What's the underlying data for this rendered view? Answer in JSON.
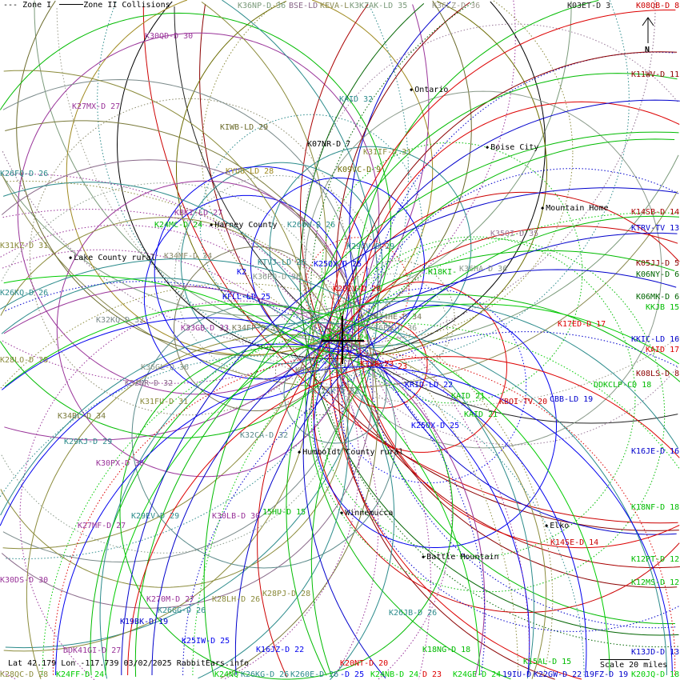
{
  "legend": {
    "zone1": "--- Zone I",
    "zone2": "Zone II Collisions"
  },
  "status": "Lat 42.179 Lon -117.739 03/02/2025 RabbitEars.info",
  "scale": "Scale 20 miles",
  "north": "N",
  "cities": [
    {
      "label": "Ontario"
    },
    {
      "label": "Boise City"
    },
    {
      "label": "Mountain Home"
    },
    {
      "label": "Harney County"
    },
    {
      "label": "Lake County rural"
    },
    {
      "label": "Humboldt County rural"
    },
    {
      "label": "Winnemucca"
    },
    {
      "label": "Elko"
    },
    {
      "label": "Battle Mountain"
    }
  ],
  "stations": [
    {
      "label": "K36NP-D 36",
      "color": "#7a9a7a"
    },
    {
      "label": "BSE-LD",
      "color": "#886688"
    },
    {
      "label": "KEVA-L",
      "color": "#8a8a50"
    },
    {
      "label": "K3KZAK-LD 35",
      "color": "#7a9a7a"
    },
    {
      "label": "K36LZ-D 36",
      "color": "#9a9a8a"
    },
    {
      "label": "K03ET-D 3",
      "color": "#222222"
    },
    {
      "label": "K08QB-D 8",
      "color": "#cc0000"
    },
    {
      "label": "K30QD-D 30",
      "color": "#993399"
    },
    {
      "label": "K11WV-D 11",
      "color": "#8b0000"
    },
    {
      "label": "K27MX-D 27",
      "color": "#993399"
    },
    {
      "label": "KAID 32",
      "color": "#2b8b8b"
    },
    {
      "label": "KIWB-LD 29",
      "color": "#6b6b2b"
    },
    {
      "label": "K07NR-D 7",
      "color": "#000000"
    },
    {
      "label": "K31IF-D 31",
      "color": "#8b8b3b"
    },
    {
      "label": "K09VC-D 9",
      "color": "#6b6b00"
    },
    {
      "label": "KYUU-LD 28",
      "color": "#a08a20"
    },
    {
      "label": "K26FQ-D 26",
      "color": "#2b8b8b"
    },
    {
      "label": "KBKI-LD 27",
      "color": "#993399"
    },
    {
      "label": "K24MC-D 24",
      "color": "#00bb00"
    },
    {
      "label": "K260W-D 26",
      "color": "#2b8b8b"
    },
    {
      "label": "K14SB-D 14",
      "color": "#aa0000"
    },
    {
      "label": "KTRV-TV 13",
      "color": "#0000cc"
    },
    {
      "label": "K35OI-D 35",
      "color": "#9a7a9a"
    },
    {
      "label": "K31KZ-D 31",
      "color": "#8b8b3b"
    },
    {
      "label": "K29GV-D 29",
      "color": "#2b8b8b"
    },
    {
      "label": "K34MF-D 34",
      "color": "#8a8a6a"
    },
    {
      "label": "KTVJ-LD 26",
      "color": "#2b8b8b"
    },
    {
      "label": "K25QX-D 25",
      "color": "#0000ee"
    },
    {
      "label": "K18KI-",
      "color": "#00bb00"
    },
    {
      "label": "K36HA-D 36",
      "color": "#8a9a8a"
    },
    {
      "label": "K2",
      "color": "#0000ee"
    },
    {
      "label": "K36PO-D 36",
      "color": "#8a9a8a"
    },
    {
      "label": "K05JJ-D 5",
      "color": "#8b0000"
    },
    {
      "label": "K06NY-D 6",
      "color": "#006400"
    },
    {
      "label": "K20IV-D 20",
      "color": "#dd0000"
    },
    {
      "label": "K26KQ-D 26",
      "color": "#2b8b8b"
    },
    {
      "label": "KFLL-LD 25",
      "color": "#0000ee"
    },
    {
      "label": "K06MK-D 6",
      "color": "#006400"
    },
    {
      "label": "KKJB 15",
      "color": "#00bb00"
    },
    {
      "label": "K32KQ-D 32",
      "color": "#7a8a8a"
    },
    {
      "label": "K34HE-D 34",
      "color": "#7a7a5a"
    },
    {
      "label": "K33GB-D 33",
      "color": "#993399"
    },
    {
      "label": "K34FP-D 34",
      "color": "#7a7a5a"
    },
    {
      "label": "K36PN-D 36",
      "color": "#8a9a8a"
    },
    {
      "label": "K17ED-D 17",
      "color": "#dd0000"
    },
    {
      "label": "KIVI-TV 24",
      "color": "#00cc00"
    },
    {
      "label": "KKIC-LD 16",
      "color": "#0000cc"
    },
    {
      "label": "KAID 17",
      "color": "#dd0000"
    },
    {
      "label": "K28LO-D 28",
      "color": "#8b8b3b"
    },
    {
      "label": "K36GL-D 36",
      "color": "#8a9a8a"
    },
    {
      "label": "KTVB 23",
      "color": "#dd0000"
    },
    {
      "label": "23",
      "color": "#dd0000"
    },
    {
      "label": "K34PP-D 34",
      "color": "#7a7a5a"
    },
    {
      "label": "K08LS-D 8",
      "color": "#8b0000"
    },
    {
      "label": "K32NR-D 32",
      "color": "#8a6a8a"
    },
    {
      "label": "KRID-LD 22",
      "color": "#0000ee"
    },
    {
      "label": "DDKCLP-CD 18",
      "color": "#00bb00"
    },
    {
      "label": "K32GK-D 32",
      "color": "#5a8a8a"
    },
    {
      "label": "KAID 21",
      "color": "#00bb00"
    },
    {
      "label": "K31FU-D 31",
      "color": "#8b8b3b"
    },
    {
      "label": "KBOI-TV 20",
      "color": "#cc0000"
    },
    {
      "label": "CBB-LD 19",
      "color": "#0000cc"
    },
    {
      "label": "K34BL-D 34",
      "color": "#7a7a3a"
    },
    {
      "label": "K25OX-D 25",
      "color": "#0000ee"
    },
    {
      "label": "KAID 21",
      "color": "#00bb00"
    },
    {
      "label": "K29KJ-D 29",
      "color": "#2b8b8b"
    },
    {
      "label": "K32CA-D 32",
      "color": "#5a8a8a"
    },
    {
      "label": "K30PX-D 30",
      "color": "#993399"
    },
    {
      "label": "K16JE-D 16",
      "color": "#0000cc"
    },
    {
      "label": "K29EV-D 29",
      "color": "#2b8b8b"
    },
    {
      "label": "K30LB-D 30",
      "color": "#993399"
    },
    {
      "label": "15HU-D 15",
      "color": "#00bb00"
    },
    {
      "label": "K18NF-D 18",
      "color": "#00bb00"
    },
    {
      "label": "K27MF-D 27",
      "color": "#993399"
    },
    {
      "label": "K14SE-D 14",
      "color": "#cc0000"
    },
    {
      "label": "K12PT-D 12",
      "color": "#00bb00"
    },
    {
      "label": "K30DS-D 30",
      "color": "#993399"
    },
    {
      "label": "K12MS-D 12",
      "color": "#00bb00"
    },
    {
      "label": "K270M-D 27",
      "color": "#993399"
    },
    {
      "label": "K28LH-D 26",
      "color": "#8b8b3b"
    },
    {
      "label": "K28PJ-D 28",
      "color": "#8b8b3b"
    },
    {
      "label": "K26GG-D 26",
      "color": "#2b8b8b"
    },
    {
      "label": "K19BK-D 19",
      "color": "#0000cc"
    },
    {
      "label": "K26JB-D 26",
      "color": "#2b8b8b"
    },
    {
      "label": "K25IW-D 25",
      "color": "#0000ee"
    },
    {
      "label": "DDK41GI-D 27",
      "color": "#993399"
    },
    {
      "label": "K16JZ-D 22",
      "color": "#0000ee"
    },
    {
      "label": "K18NG-D 18",
      "color": "#00bb00"
    },
    {
      "label": "K20NT-D 20",
      "color": "#dd0000"
    },
    {
      "label": "K15AL-D 15",
      "color": "#00bb00"
    },
    {
      "label": "K13JD-D 13",
      "color": "#0000cc"
    },
    {
      "label": "K28QC-D 28",
      "color": "#8b8b3b"
    },
    {
      "label": "K24FF-D 24",
      "color": "#00cc00"
    },
    {
      "label": "K24NQ",
      "color": "#00cc00"
    },
    {
      "label": "K26KG-D 26",
      "color": "#2b8b8b"
    },
    {
      "label": "K260E-D 26",
      "color": "#2b8b8b"
    },
    {
      "label": "-D 25",
      "color": "#0000ee"
    },
    {
      "label": "K24NB-D 24",
      "color": "#00cc00"
    },
    {
      "label": "D 23",
      "color": "#dd0000"
    },
    {
      "label": "K24GE-D 24",
      "color": "#00cc00"
    },
    {
      "label": "19IU-D",
      "color": "#0000cc"
    },
    {
      "label": "K22GW-D 22",
      "color": "#0000cc"
    },
    {
      "label": "19FZ-D 19",
      "color": "#0000cc"
    },
    {
      "label": "K20JQ-D 18",
      "color": "#00cc00"
    }
  ]
}
